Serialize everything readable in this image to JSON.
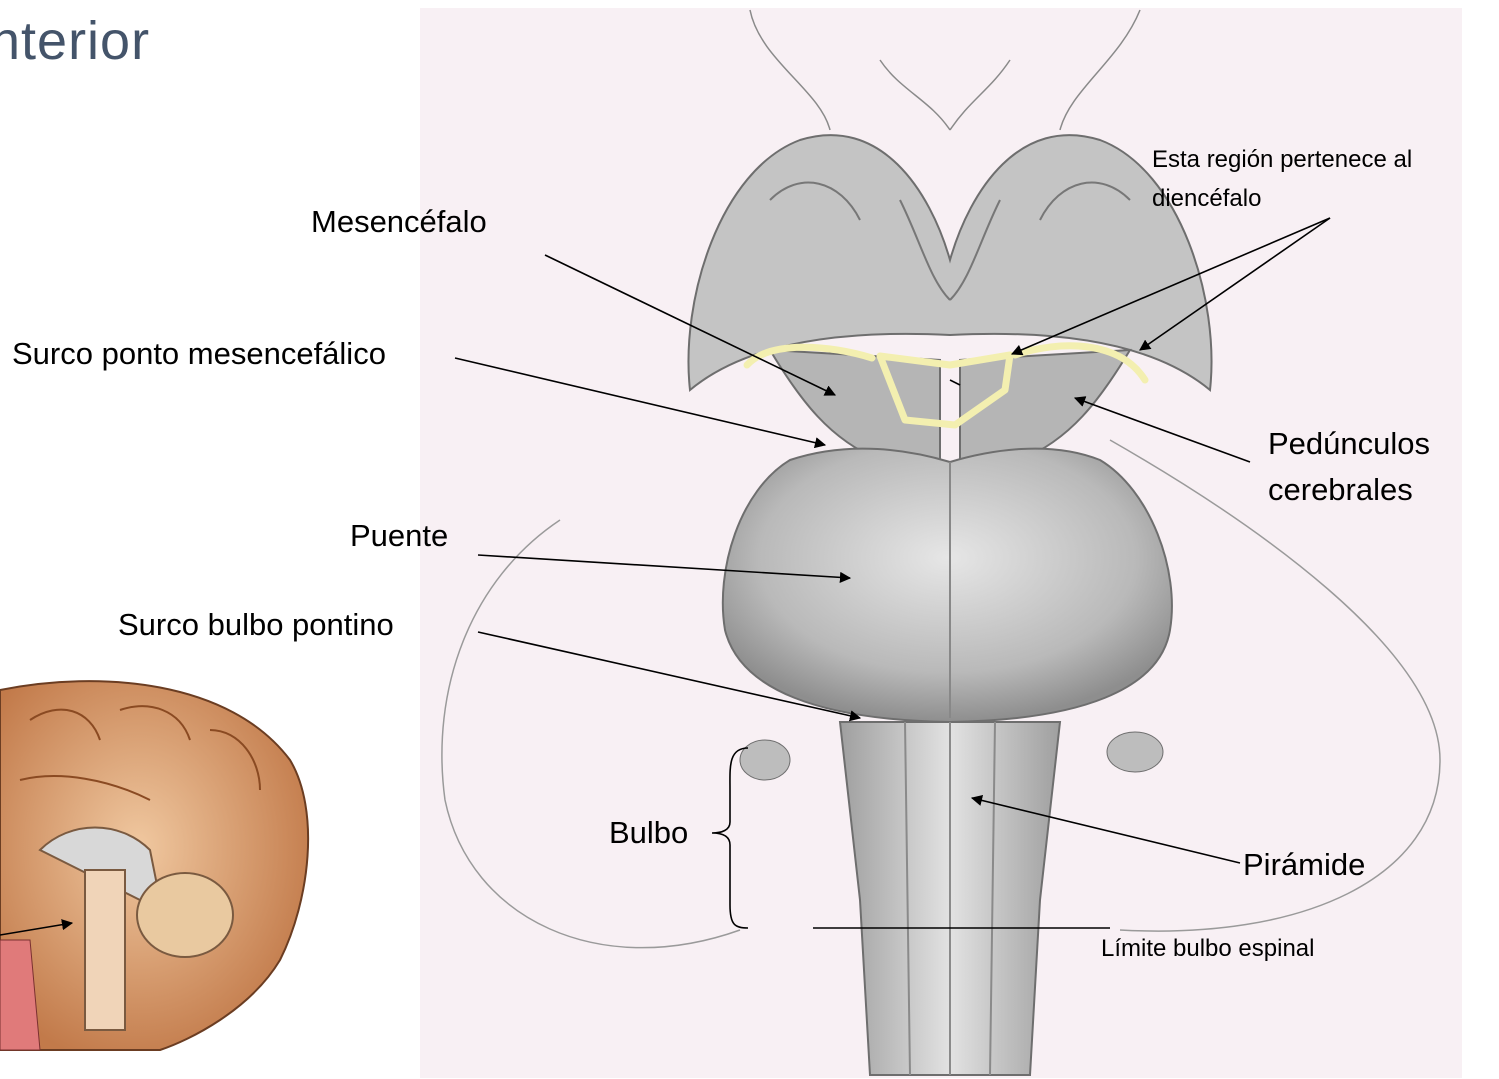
{
  "slide": {
    "title": "nterior"
  },
  "labels": {
    "diencephalon_note_line1": "Esta región pertenece al",
    "diencephalon_note_line2": "diencéfalo",
    "mesencefalo": "Mesencéfalo",
    "surco_ponto": "Surco ponto mesencefálico",
    "pedunculos_line1": "Pedúnculos",
    "pedunculos_line2": "cerebrales",
    "puente": "Puente",
    "surco_bulbo": "Surco bulbo pontino",
    "bulbo": "Bulbo",
    "piramide": "Pirámide",
    "limite": "Límite bulbo espinal"
  },
  "colors": {
    "title": "#44546a",
    "figure_bg": "#f8f0f4",
    "highlight": "#f3efb0",
    "tissue": "#c9c9c9",
    "sagittal_brain": "#d99a6c"
  }
}
